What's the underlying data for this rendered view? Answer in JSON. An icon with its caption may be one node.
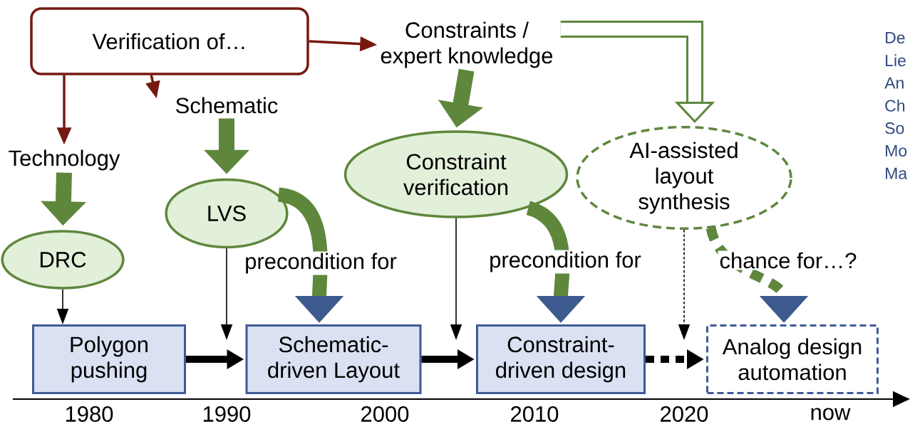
{
  "diagram": {
    "nodes": [
      {
        "text": [
          "Verification of…"
        ]
      },
      {
        "text": [
          "Constraints / expert knowledge"
        ]
      },
      {
        "text": [
          "Schematic"
        ]
      },
      {
        "text": [
          "Technology"
        ]
      },
      {
        "text": [
          "DRC"
        ]
      },
      {
        "text": [
          "LVS"
        ]
      },
      {
        "text": [
          "Constraint verification"
        ]
      },
      {
        "text": [
          "AI-assisted layout synthesis"
        ]
      },
      {
        "text": [
          "Polygon pushing"
        ]
      },
      {
        "text": [
          "Schematic- driven Layout"
        ]
      },
      {
        "text": [
          "Constraint- driven design"
        ]
      },
      {
        "text": [
          "Analog design automation"
        ]
      }
    ],
    "edges": [
      {
        "from": 0,
        "to": 3,
        "arrow": "to",
        "color": "#761911"
      },
      {
        "from": 0,
        "to": 2,
        "arrow": "to",
        "color": "#761911"
      },
      {
        "from": 0,
        "to": 1,
        "arrow": "to",
        "color": "#761911"
      },
      {
        "from": 3,
        "to": 4,
        "arrow": "to",
        "style": "thick",
        "color": "#5e873c"
      },
      {
        "from": 2,
        "to": 5,
        "arrow": "to",
        "style": "thick",
        "color": "#5e873c"
      },
      {
        "from": 1,
        "to": 6,
        "arrow": "to",
        "style": "thick",
        "color": "#5e873c"
      },
      {
        "from": 1,
        "to": 7,
        "arrow": "to",
        "style": "thick",
        "color": "#5e873c"
      },
      {
        "from": 5,
        "to": 9,
        "arrow": "to",
        "label": "precondition for",
        "style": "thick",
        "color": "#5e873c"
      },
      {
        "from": 6,
        "to": 10,
        "arrow": "to",
        "label": "precondition for",
        "style": "thick",
        "color": "#5e873c"
      },
      {
        "from": 7,
        "to": 11,
        "arrow": "to",
        "label": "chance for…?",
        "style": "dashed",
        "color": "#5e873c"
      },
      {
        "from": 4,
        "to": 8,
        "arrow": "to",
        "color": "#000000"
      },
      {
        "from": 5,
        "to": null,
        "arrow": "to",
        "color": "#000000"
      },
      {
        "from": 6,
        "to": null,
        "arrow": "to",
        "color": "#000000"
      },
      {
        "from": 7,
        "to": null,
        "arrow": "to",
        "style": "dashed",
        "color": "#000000"
      },
      {
        "from": 8,
        "to": 9,
        "arrow": "to",
        "color": "#000000"
      },
      {
        "from": 9,
        "to": 10,
        "arrow": "to",
        "color": "#000000"
      },
      {
        "from": 10,
        "to": 11,
        "arrow": "to",
        "style": "dashed",
        "color": "#000000"
      }
    ],
    "labels": [
      "1980",
      "1990",
      "2000",
      "2010",
      "2020",
      "now",
      "De",
      "Lie",
      "An",
      "Ch",
      "So",
      "Mo",
      "Ma"
    ]
  }
}
